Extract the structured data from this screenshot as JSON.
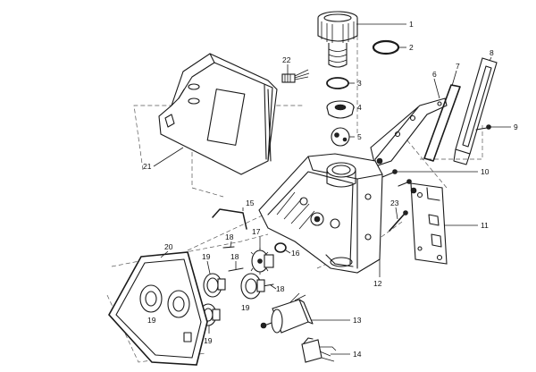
{
  "callouts": {
    "c1": "1",
    "c2": "2",
    "c3": "3",
    "c4": "4",
    "c5": "5",
    "c6": "6",
    "c7": "7",
    "c8": "8",
    "c9": "9",
    "c10": "10",
    "c11": "11",
    "c12": "12",
    "c13": "13",
    "c14": "14",
    "c15": "15",
    "c16": "16",
    "c17": "17",
    "c18a": "18",
    "c18b": "18",
    "c18c": "18",
    "c19a": "19",
    "c19b": "19",
    "c19c": "19",
    "c19d": "19",
    "c20": "20",
    "c21": "21",
    "c22": "22",
    "c23": "23"
  }
}
